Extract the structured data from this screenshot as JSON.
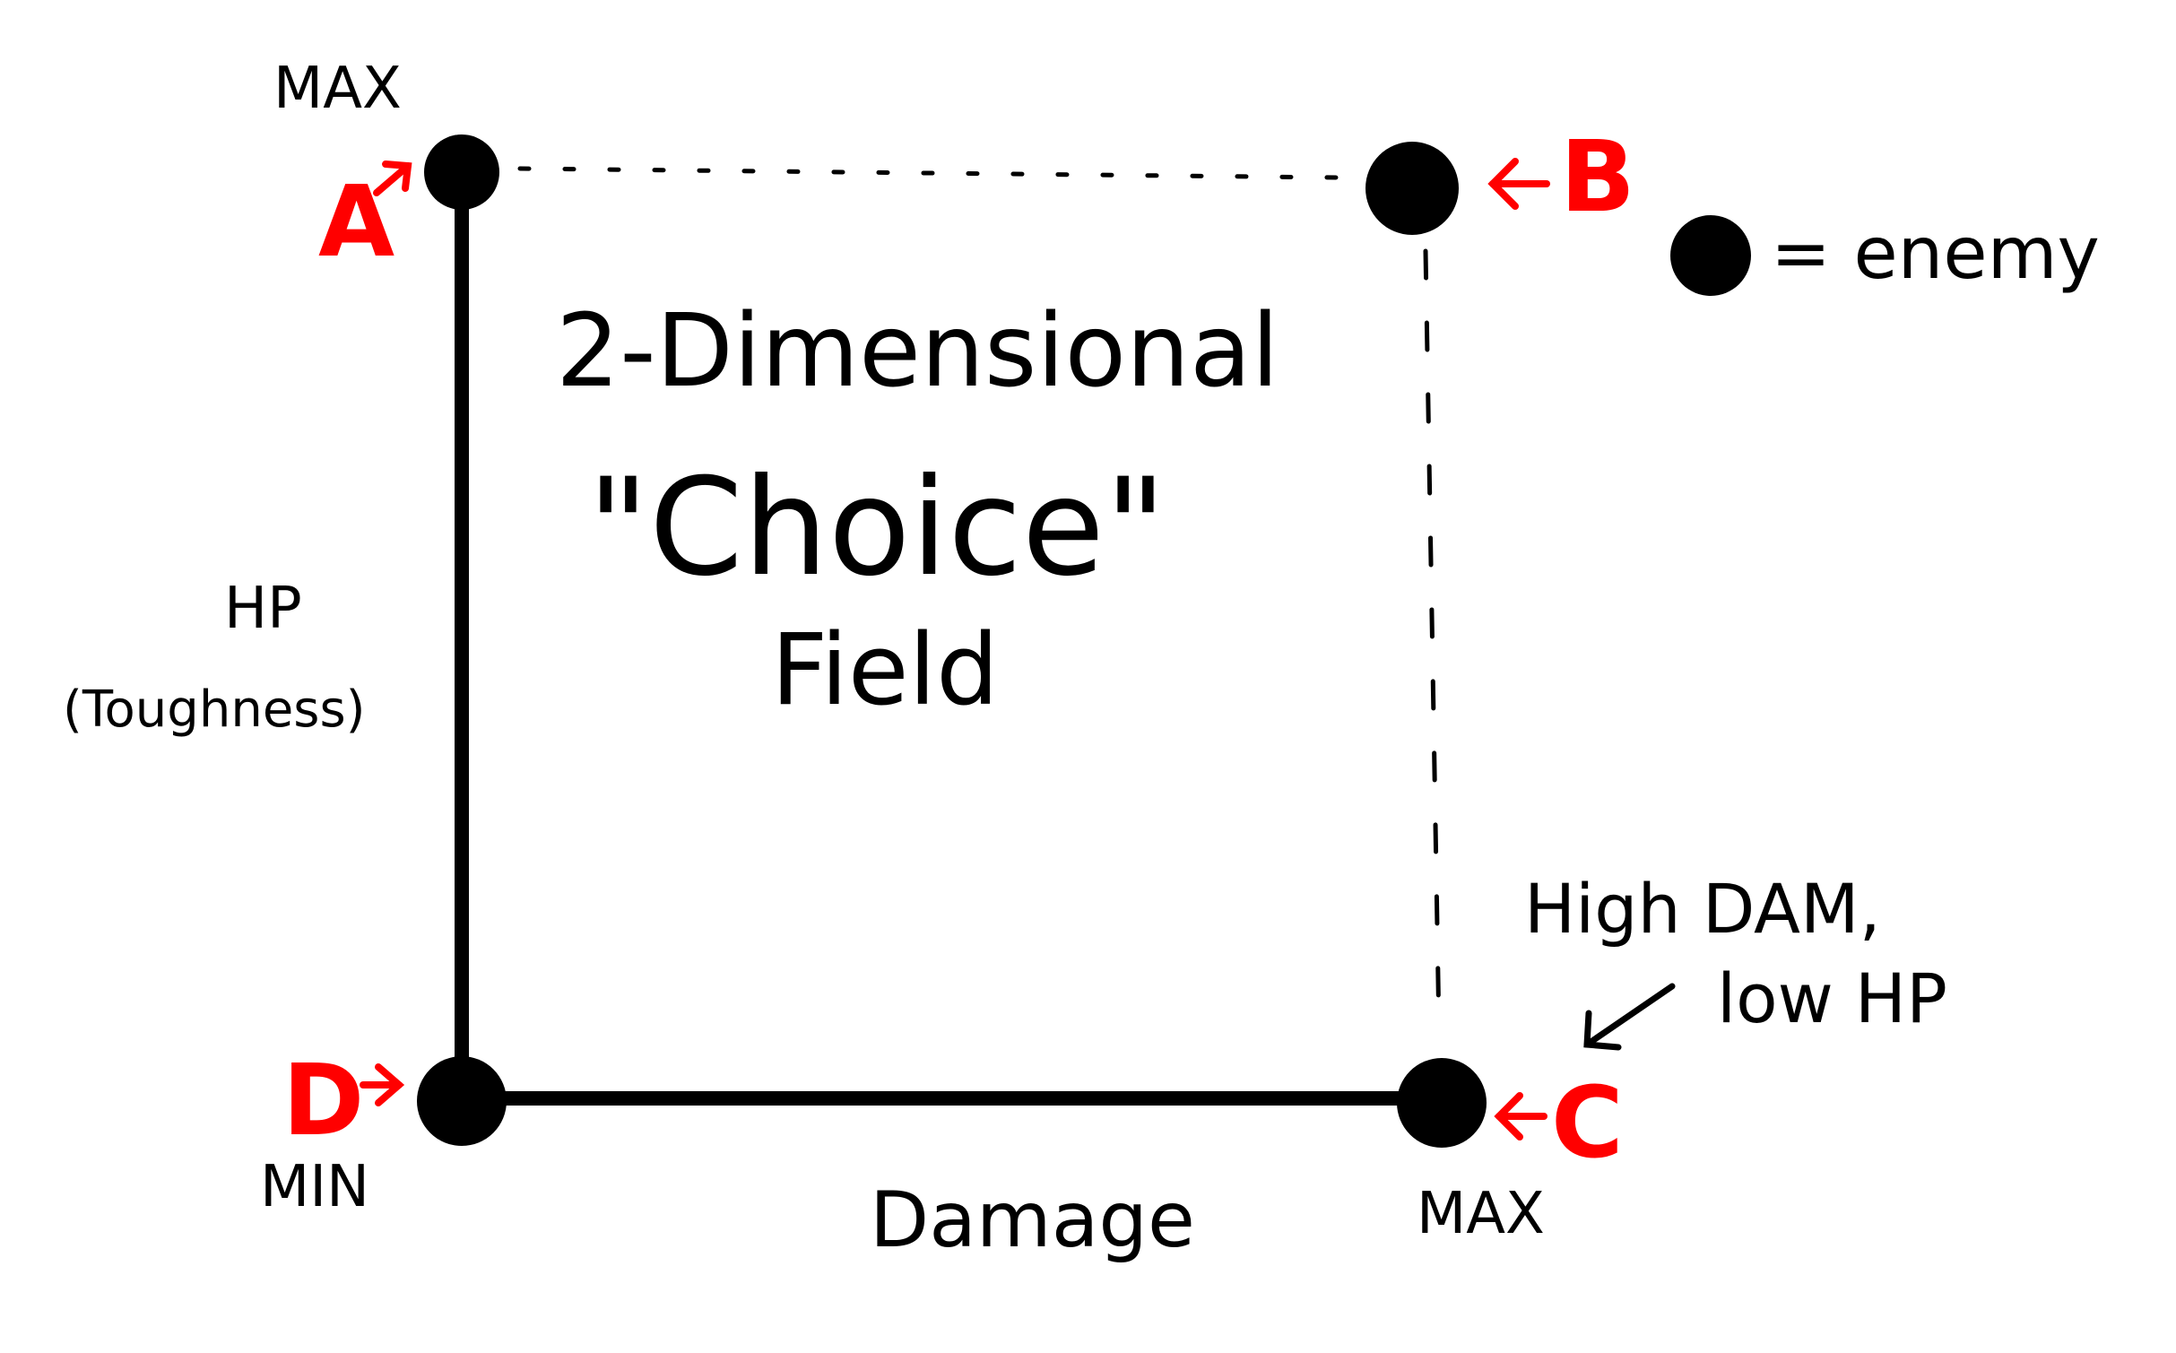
{
  "diagram": {
    "title_line1": "2-Dimensional",
    "title_line2": "\"Choice\"",
    "title_line3": "Field",
    "axes": {
      "y_label": "HP",
      "y_sublabel": "(Toughness)",
      "y_max_label": "MAX",
      "x_label": "Damage",
      "x_min_label": "MIN",
      "x_max_label": "MAX"
    },
    "points": [
      {
        "id": "A",
        "label": "A"
      },
      {
        "id": "B",
        "label": "B"
      },
      {
        "id": "C",
        "label": "C"
      },
      {
        "id": "D",
        "label": "D"
      }
    ],
    "legend": {
      "symbol": "●",
      "text": "= enemy"
    },
    "annotation": {
      "line1": "High DAM,",
      "line2": "low HP"
    },
    "colors": {
      "ink": "#000000",
      "point_label": "#ff0000",
      "background": "#ffffff"
    }
  }
}
